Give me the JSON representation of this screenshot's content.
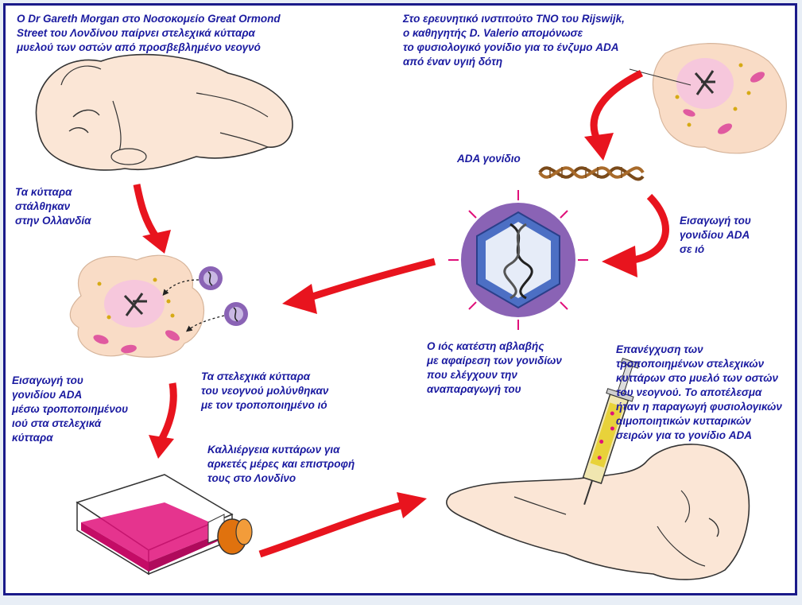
{
  "labels": {
    "top_left": "O Dr Gareth Morgan στο Νοσοκομείο  Great Ormond\nStreet του Λονδίνου  παίρνει στελεχικά κύτταρα\nμυελού των οστών   από προσβεβλημένο νεογνό",
    "top_right": "Στο ερευνητικό ινστιτούτο TNO του Rijswijk,\nο καθηγητής D. Valerio απομόνωσε\nτο φυσιολογικό γονίδιο για το ένζυμο ADA\nαπό έναν υγιή δότη",
    "sent_holland": "Τα κύτταρα\nστάλθηκαν\nστην Ολλανδία",
    "ada_gene": "ADA γονίδιο",
    "insert_virus": "Εισαγωγή του\nγονιδίου ADA\nσε ιό",
    "virus_harmless": "Ο ιός κατέστη αβλαβής\nμε αφαίρεση των γονιδίων\nπου ελέγχουν την\nαναπαραγωγή του",
    "reinjection": "Επανέγχυση των\nτροποποιημένων στελεχικών\nκυττάρων στο μυελό των οστών\nτου νεογνού. Το αποτέλεσμα\nήταν η παραγωγή φυσιολογικών\nαιμοποιητικών κυτταρικών\nσειρών για το γονίδιο ADA",
    "insert_stem": "Εισαγωγή του\nγονιδίου ADA\nμέσω τροποποιημένου\nιού στα στελεχικά\nκύτταρα",
    "infected": "Τα στελεχικά κύτταρα\nτου νεογνού μολύνθηκαν\nμε τον  τροποποιημένο ιό",
    "culture": "Καλλιέργεια κυττάρων για\nαρκετές μέρες και επιστροφή\nτους στο Λονδίνο"
  },
  "colors": {
    "text": "#1a1aa0",
    "arrow": "#e8141e",
    "cell_body": "#f9dcc6",
    "nucleus": "#f6c7dc",
    "virus_outer": "#8a63b5",
    "virus_inner": "#4c6fc4",
    "flask_liquid": "#e0107a",
    "cap": "#e0720e",
    "skin": "#fbe6d6"
  }
}
